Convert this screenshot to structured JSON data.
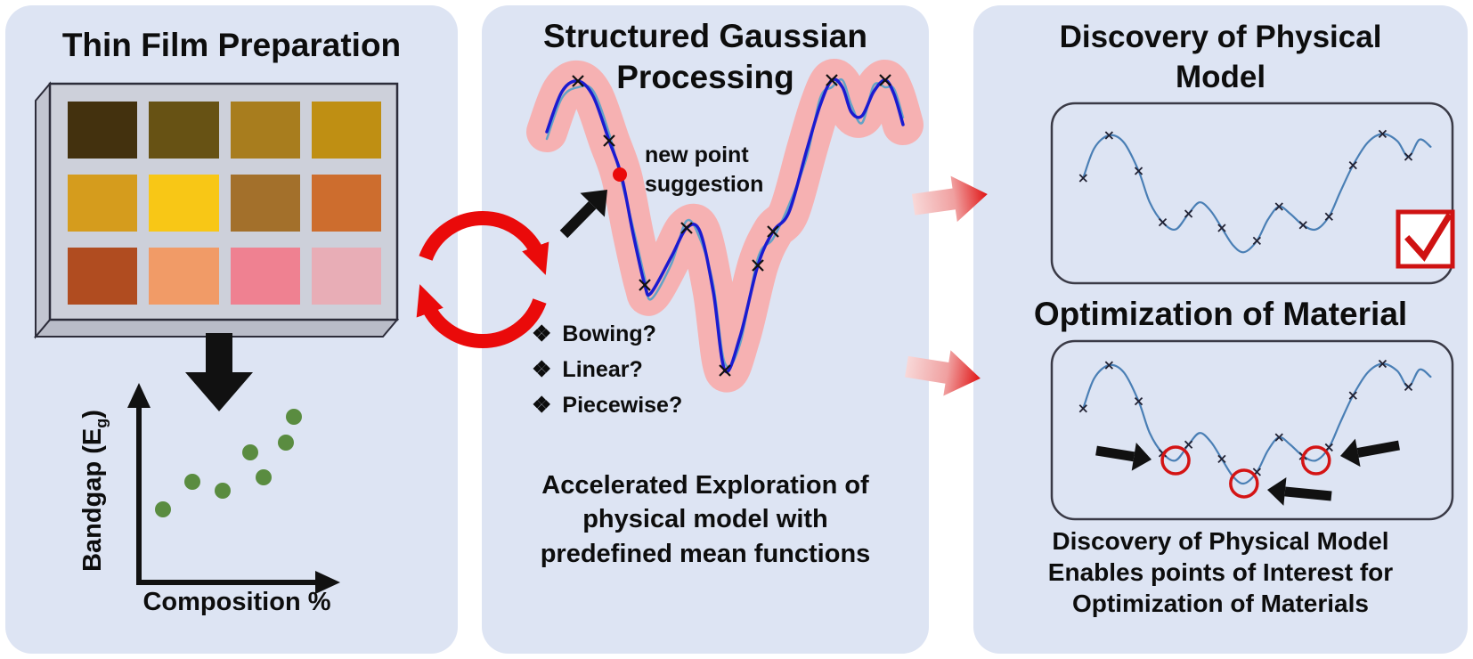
{
  "colors": {
    "panel_bg": "#dde4f3",
    "accent_red": "#ea0a0a",
    "curve_blue": "#1b1bd0",
    "band_pink": "#f8abab",
    "true_teal": "#63a3c6",
    "right_curve": "#4a7fb5",
    "dot_green": "#5a8c40",
    "check_red": "#cf1212",
    "black": "#111111"
  },
  "panel_left": {
    "title": "Thin Film Preparation",
    "swatch_rows": [
      [
        "#43310e",
        "#675214",
        "#a87d1e",
        "#bf8f13"
      ],
      [
        "#d59c1d",
        "#f8c716",
        "#a3702b",
        "#cd6d2e"
      ],
      [
        "#b04c20",
        "#f19b67",
        "#ef8191",
        "#e8adb6"
      ]
    ],
    "scatter": {
      "ylabel_pre": "Bandgap (E",
      "ylabel_sub": "g",
      "ylabel_post": ")",
      "xlabel": "Composition %"
    }
  },
  "panel_middle": {
    "title_line1": "Structured Gaussian",
    "title_line2": "Processing",
    "annotation_line1": "new point",
    "annotation_line2": "suggestion",
    "bullet_glyph": "❖",
    "bullets": [
      "Bowing?",
      "Linear?",
      "Piecewise?"
    ],
    "caption_line1": "Accelerated Exploration of",
    "caption_line2": "physical model with",
    "caption_line3": "predefined mean functions"
  },
  "panel_right": {
    "title_line1": "Discovery of Physical",
    "title_line2": "Model",
    "subtitle": "Optimization of Material",
    "caption_line1": "Discovery of Physical Model",
    "caption_line2": "Enables points of Interest for",
    "caption_line3": "Optimization of Materials"
  },
  "curves": {
    "gp": [
      [
        73,
        142
      ],
      [
        90,
        97
      ],
      [
        108,
        85
      ],
      [
        125,
        102
      ],
      [
        143,
        152
      ],
      [
        157,
        192
      ],
      [
        170,
        257
      ],
      [
        183,
        314
      ],
      [
        190,
        323
      ],
      [
        213,
        282
      ],
      [
        230,
        250
      ],
      [
        245,
        254
      ],
      [
        260,
        322
      ],
      [
        273,
        410
      ],
      [
        290,
        372
      ],
      [
        310,
        292
      ],
      [
        327,
        254
      ],
      [
        345,
        232
      ],
      [
        365,
        162
      ],
      [
        380,
        112
      ],
      [
        393,
        84
      ],
      [
        405,
        92
      ],
      [
        415,
        120
      ],
      [
        427,
        124
      ],
      [
        440,
        97
      ],
      [
        453,
        84
      ],
      [
        463,
        100
      ],
      [
        473,
        134
      ]
    ],
    "gp_true": [
      [
        73,
        150
      ],
      [
        90,
        104
      ],
      [
        108,
        92
      ],
      [
        125,
        96
      ],
      [
        143,
        144
      ],
      [
        157,
        198
      ],
      [
        170,
        250
      ],
      [
        183,
        306
      ],
      [
        190,
        330
      ],
      [
        213,
        290
      ],
      [
        230,
        242
      ],
      [
        245,
        262
      ],
      [
        260,
        314
      ],
      [
        273,
        402
      ],
      [
        290,
        380
      ],
      [
        310,
        284
      ],
      [
        327,
        262
      ],
      [
        345,
        224
      ],
      [
        365,
        170
      ],
      [
        380,
        104
      ],
      [
        393,
        92
      ],
      [
        405,
        84
      ],
      [
        415,
        112
      ],
      [
        427,
        132
      ],
      [
        440,
        90
      ],
      [
        453,
        92
      ],
      [
        463,
        94
      ],
      [
        473,
        126
      ]
    ],
    "gp_marks": [
      [
        108,
        85
      ],
      [
        143,
        152
      ],
      [
        183,
        314
      ],
      [
        230,
        250
      ],
      [
        273,
        410
      ],
      [
        310,
        292
      ],
      [
        327,
        254
      ],
      [
        393,
        84
      ],
      [
        453,
        84
      ]
    ],
    "gp_new_point": [
      [
        155,
        190
      ]
    ],
    "rc": [
      [
        0.02,
        0.35
      ],
      [
        0.05,
        0.14
      ],
      [
        0.09,
        0.05
      ],
      [
        0.13,
        0.1
      ],
      [
        0.17,
        0.3
      ],
      [
        0.2,
        0.52
      ],
      [
        0.235,
        0.66
      ],
      [
        0.27,
        0.71
      ],
      [
        0.305,
        0.6
      ],
      [
        0.335,
        0.52
      ],
      [
        0.365,
        0.58
      ],
      [
        0.395,
        0.7
      ],
      [
        0.425,
        0.82
      ],
      [
        0.455,
        0.87
      ],
      [
        0.49,
        0.79
      ],
      [
        0.52,
        0.64
      ],
      [
        0.55,
        0.55
      ],
      [
        0.58,
        0.6
      ],
      [
        0.615,
        0.68
      ],
      [
        0.65,
        0.71
      ],
      [
        0.685,
        0.62
      ],
      [
        0.715,
        0.45
      ],
      [
        0.75,
        0.26
      ],
      [
        0.79,
        0.1
      ],
      [
        0.83,
        0.04
      ],
      [
        0.87,
        0.09
      ],
      [
        0.9,
        0.2
      ],
      [
        0.93,
        0.08
      ],
      [
        0.96,
        0.13
      ]
    ],
    "rc_marks": [
      [
        0.02,
        0.35
      ],
      [
        0.09,
        0.05
      ],
      [
        0.17,
        0.3
      ],
      [
        0.235,
        0.66
      ],
      [
        0.305,
        0.6
      ],
      [
        0.395,
        0.7
      ],
      [
        0.49,
        0.79
      ],
      [
        0.55,
        0.55
      ],
      [
        0.615,
        0.68
      ],
      [
        0.685,
        0.62
      ],
      [
        0.75,
        0.26
      ],
      [
        0.83,
        0.04
      ],
      [
        0.9,
        0.2
      ]
    ],
    "rc_valleys": [
      [
        0.27,
        0.71
      ],
      [
        0.455,
        0.87
      ],
      [
        0.65,
        0.71
      ]
    ],
    "scatter_dots": [
      [
        177,
        566
      ],
      [
        210,
        535
      ],
      [
        244,
        545
      ],
      [
        275,
        502
      ],
      [
        290,
        530
      ],
      [
        315,
        491
      ],
      [
        324,
        462
      ]
    ]
  },
  "drawings": [
    {
      "svg": "left-graphics-svg",
      "type": "dots",
      "pts": "scatter_dots",
      "r": 9,
      "fill": "#5a8c40"
    },
    {
      "svg": "middle-graphics-svg",
      "type": "curve",
      "pts": "gp",
      "stroke": "#f8abab",
      "w": 46,
      "opacity": 0.9
    },
    {
      "svg": "middle-graphics-svg",
      "type": "curve",
      "pts": "gp_true",
      "stroke": "#63a3c6",
      "w": 2.5
    },
    {
      "svg": "middle-graphics-svg",
      "type": "curve",
      "pts": "gp",
      "stroke": "#1b1bd0",
      "w": 3.5
    },
    {
      "svg": "middle-graphics-svg",
      "type": "xmarks",
      "pts": "gp_marks",
      "size": 6,
      "stroke": "#111111",
      "w": 2.2
    },
    {
      "svg": "middle-graphics-svg",
      "type": "dots",
      "pts": "gp_new_point",
      "r": 8,
      "fill": "#ea0a0a"
    },
    {
      "svg": "middle-graphics-svg",
      "type": "arrow",
      "from": [
        92,
        257
      ],
      "to": [
        141,
        207
      ],
      "stroke": "#111111",
      "w": 12,
      "head": 24
    },
    {
      "svg": "right-graphics-svg",
      "type": "curve",
      "pts": "rc",
      "t": [
        415,
        160,
        115,
        138
      ],
      "stroke": "#4a7fb5",
      "w": 2.2
    },
    {
      "svg": "right-graphics-svg",
      "type": "xmarks",
      "pts": "rc_marks",
      "t": [
        415,
        160,
        115,
        138
      ],
      "size": 4,
      "stroke": "#222233",
      "w": 1.8
    },
    {
      "svg": "right-graphics-svg",
      "type": "curve",
      "pts": "rc",
      "t": [
        415,
        162,
        115,
        396
      ],
      "stroke": "#4a7fb5",
      "w": 2.2
    },
    {
      "svg": "right-graphics-svg",
      "type": "xmarks",
      "pts": "rc_marks",
      "t": [
        415,
        162,
        115,
        396
      ],
      "size": 4,
      "stroke": "#222233",
      "w": 1.8
    },
    {
      "svg": "right-graphics-svg",
      "type": "circles",
      "pts": "rc_valleys",
      "t": [
        415,
        162,
        115,
        396
      ],
      "r": 15,
      "stroke": "#d41414",
      "w": 3.5
    },
    {
      "svg": "right-graphics-svg",
      "type": "arrow",
      "from": [
        138,
        500
      ],
      "to": [
        200,
        510
      ],
      "stroke": "#111111",
      "w": 11,
      "head": 20
    },
    {
      "svg": "right-graphics-svg",
      "type": "arrow",
      "from": [
        402,
        551
      ],
      "to": [
        330,
        544
      ],
      "stroke": "#111111",
      "w": 11,
      "head": 20
    },
    {
      "svg": "right-graphics-svg",
      "type": "arrow",
      "from": [
        478,
        494
      ],
      "to": [
        412,
        506
      ],
      "stroke": "#111111",
      "w": 11,
      "head": 20
    }
  ]
}
